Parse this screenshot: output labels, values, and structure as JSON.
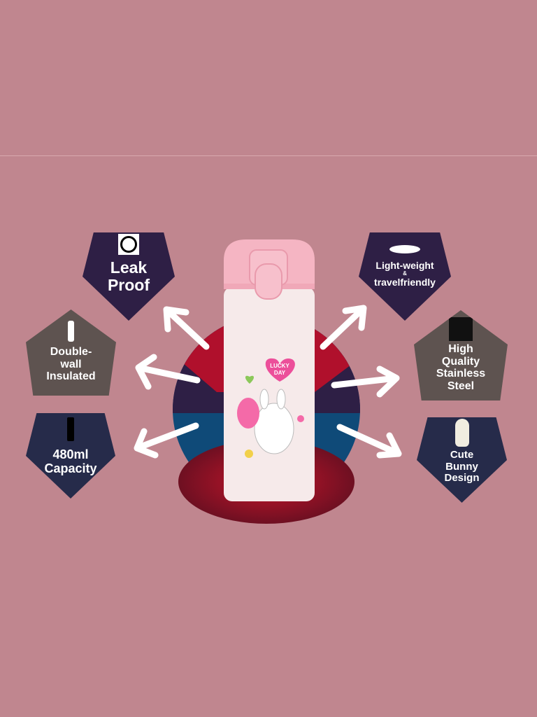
{
  "colors": {
    "background": "#c0868f",
    "purple": "#2e1f45",
    "gray": "#5e5350",
    "navy": "#262b4a",
    "bottle_cap": "#f5b5c3",
    "bottle_body": "#f6eaea"
  },
  "features": {
    "leak_proof": {
      "line1": "Leak",
      "line2": "Proof",
      "icon": "no-drop-icon"
    },
    "light_weight": {
      "line1": "Light-weight",
      "amp": "&",
      "line2": "travelfriendly",
      "icon": "feather-icon"
    },
    "double_wall": {
      "line1": "Double-",
      "line2": "wall",
      "line3": "Insulated",
      "icon": "bottle-icon"
    },
    "steel": {
      "line1": "High",
      "line2": "Quality",
      "line3": "Stainless",
      "line4": "Steel",
      "icon": "steel-icon"
    },
    "capacity": {
      "line1": "480ml",
      "line2": "Capacity",
      "icon": "flask-icon"
    },
    "bunny": {
      "line1": "Cute",
      "line2": "Bunny",
      "line3": "Design",
      "icon": "bunny-icon"
    }
  },
  "bottle": {
    "heart_line1": "LUCKY",
    "heart_line2": "DAY"
  }
}
